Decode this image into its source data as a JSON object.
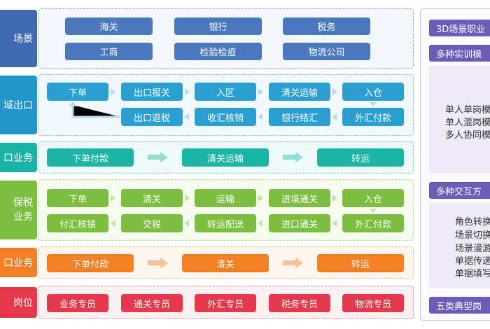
{
  "colors": {
    "scene": "#3c6bb4",
    "export_cbz": "#2296c8",
    "import": "#17b3a4",
    "bonded": "#7cbf40",
    "export": "#f47f24",
    "roles": "#e5384c",
    "side": "#6c5bb8"
  },
  "rows": {
    "scene": {
      "category": "场景",
      "items": [
        "海关",
        "银行",
        "税务",
        "工商",
        "检验检疫",
        "物流公司"
      ]
    },
    "export_cbz": {
      "category": "域出口",
      "top": [
        "下单",
        "出口报关",
        "入区",
        "清关运输",
        "入仓"
      ],
      "bottom": [
        "出口退税",
        "收汇核销",
        "银行结汇",
        "外汇付款"
      ]
    },
    "import": {
      "category": "口业务",
      "items": [
        "下单付款",
        "清关运输",
        "转运"
      ]
    },
    "bonded": {
      "category_line1": "保税",
      "category_line2": "业务",
      "top": [
        "下单",
        "清关",
        "运输",
        "进境通关",
        "入仓"
      ],
      "bottom": [
        "付汇核销",
        "交税",
        "转运配送",
        "进口通关",
        "外汇付款"
      ]
    },
    "export": {
      "category": "口业务",
      "items": [
        "下单付款",
        "清关",
        "转运"
      ]
    },
    "roles": {
      "category": "岗位",
      "items": [
        "业务专员",
        "通关专员",
        "外汇专员",
        "税务专员",
        "物流专员"
      ]
    }
  },
  "side": {
    "header1": "3D场景职业",
    "header2": "多种实训模",
    "training": [
      "单人单岗模",
      "单人混岗模",
      "多人协同模"
    ],
    "header3": "多种交互方",
    "interaction": [
      "角色转换",
      "场景切换",
      "场景漫游",
      "单据传递",
      "单据填写"
    ],
    "header4": "五类典型岗"
  }
}
